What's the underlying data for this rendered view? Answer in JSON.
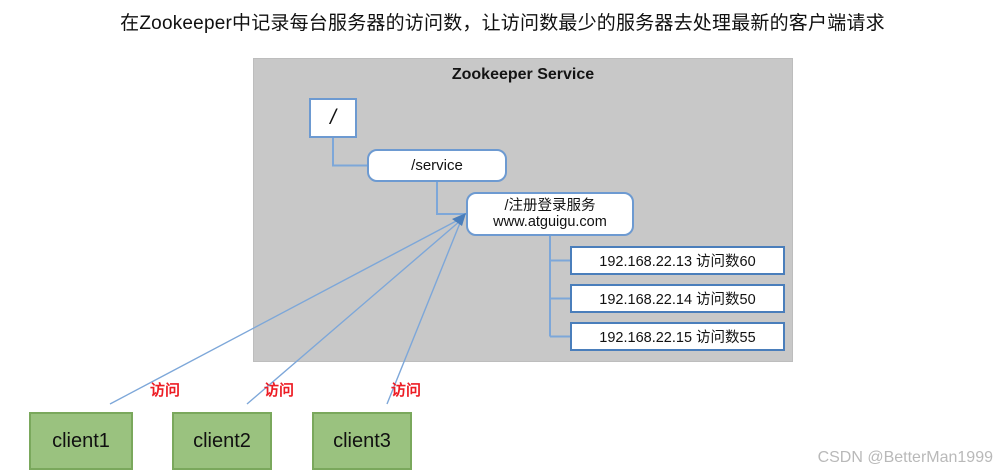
{
  "page": {
    "title": "在Zookeeper中记录每台服务器的访问数，让访问数最少的服务器去处理最新的客户端请求",
    "watermark": "CSDN @BetterMan1999"
  },
  "zookeeper_panel": {
    "title": "Zookeeper Service",
    "background_color": "#c8c8c8",
    "node_border_color": "#6d9ad1",
    "tree": {
      "root": {
        "label": "/"
      },
      "service": {
        "label": "/service"
      },
      "register": {
        "label_line1": "/注册登录服务",
        "label_line2": "www.atguigu.com"
      },
      "servers": [
        {
          "label": "192.168.22.13 访问数60",
          "ip": "192.168.22.13",
          "visits": 60
        },
        {
          "label": "192.168.22.14 访问数50",
          "ip": "192.168.22.14",
          "visits": 50
        },
        {
          "label": "192.168.22.15 访问数55",
          "ip": "192.168.22.15",
          "visits": 55
        }
      ]
    }
  },
  "clients": [
    {
      "label": "client1",
      "access_label": "访问"
    },
    {
      "label": "client2",
      "access_label": "访问"
    },
    {
      "label": "client3",
      "access_label": "访问"
    }
  ],
  "colors": {
    "client_fill": "#9ac27f",
    "client_border": "#7aa85c",
    "access_text": "#ed1c24",
    "connector": "#7da7d9",
    "server_border": "#4a7ebb"
  }
}
